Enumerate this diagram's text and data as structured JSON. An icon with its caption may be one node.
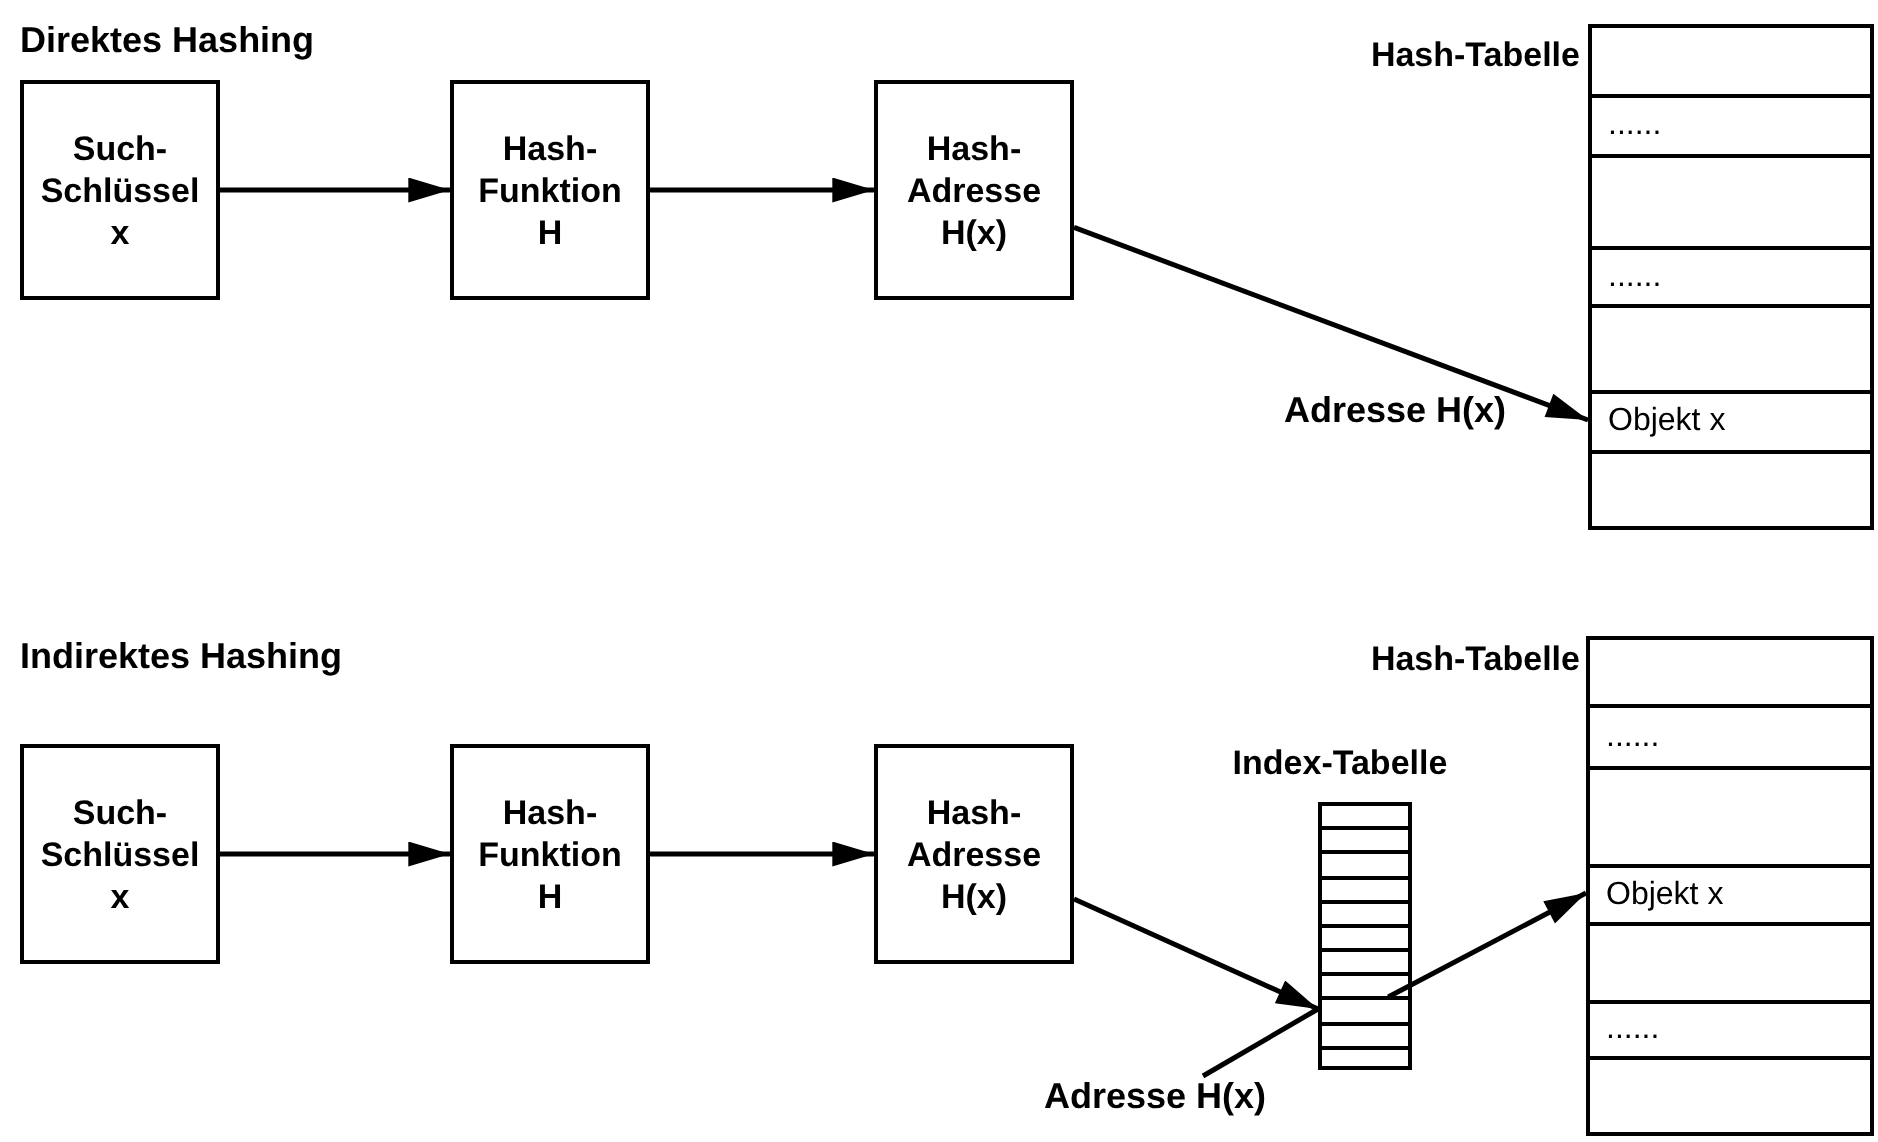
{
  "diagram": {
    "nodes": [
      {
        "text": [
          "Such- Schlüssel x"
        ]
      },
      {
        "text": [
          "Hash- Funktion H"
        ]
      },
      {
        "text": [
          "Hash- Adresse H(x)"
        ]
      },
      {
        "text": [
          "Hash-Tabelle"
        ]
      },
      {
        "text": [],
        "shape": "box",
        "in": 3
      },
      {
        "text": [
          "......"
        ],
        "in": 3
      },
      {
        "text": [],
        "shape": "box",
        "in": 3
      },
      {
        "text": [
          "......"
        ],
        "in": 3
      },
      {
        "text": [],
        "shape": "box",
        "in": 3
      },
      {
        "text": [
          "Objekt x"
        ],
        "in": 3
      },
      {
        "text": [],
        "shape": "box",
        "in": 3
      },
      {
        "text": [
          "Such- Schlüssel x"
        ]
      },
      {
        "text": [
          "Hash- Funktion H"
        ]
      },
      {
        "text": [
          "Hash- Adresse H(x)"
        ]
      },
      {
        "text": [
          "Index-Tabelle"
        ]
      },
      {
        "text": [],
        "shape": "box",
        "in": 14
      },
      {
        "text": [],
        "shape": "box",
        "in": 14
      },
      {
        "text": [],
        "shape": "box",
        "in": 14
      },
      {
        "text": [],
        "shape": "box",
        "in": 14
      },
      {
        "text": [],
        "shape": "box",
        "in": 14
      },
      {
        "text": [],
        "shape": "box",
        "in": 14
      },
      {
        "text": [],
        "shape": "box",
        "in": 14
      },
      {
        "text": [],
        "shape": "box",
        "in": 14
      },
      {
        "text": [],
        "shape": "box",
        "in": 14
      },
      {
        "text": [],
        "shape": "box",
        "in": 14
      },
      {
        "text": [],
        "shape": "box",
        "in": 14
      },
      {
        "text": [
          "Adresse H(x)"
        ]
      },
      {
        "text": [
          "Hash-Tabelle"
        ]
      },
      {
        "text": [],
        "shape": "box",
        "in": 27
      },
      {
        "text": [
          "......"
        ],
        "in": 27
      },
      {
        "text": [],
        "shape": "box",
        "in": 27
      },
      {
        "text": [
          "Objekt x"
        ],
        "in": 27
      },
      {
        "text": [],
        "shape": "box",
        "in": 27
      },
      {
        "text": [
          "......"
        ],
        "in": 27
      },
      {
        "text": [],
        "shape": "box",
        "in": 27
      }
    ],
    "edges": [
      {
        "from": 0,
        "to": 1,
        "arrow": "to"
      },
      {
        "from": 1,
        "to": 2,
        "arrow": "to"
      },
      {
        "from": 2,
        "to": 9,
        "arrow": "to"
      },
      {
        "from": 11,
        "to": 12,
        "arrow": "to"
      },
      {
        "from": 12,
        "to": 13,
        "arrow": "to"
      },
      {
        "from": 13,
        "to": 23,
        "arrow": "to"
      },
      {
        "from": 23,
        "to": 31,
        "arrow": "to"
      },
      {
        "from": 26,
        "to": 23,
        "arrow": "none"
      }
    ],
    "labels": [
      "Direktes Hashing",
      "Adresse H(x)",
      "Indirektes Hashing"
    ]
  }
}
